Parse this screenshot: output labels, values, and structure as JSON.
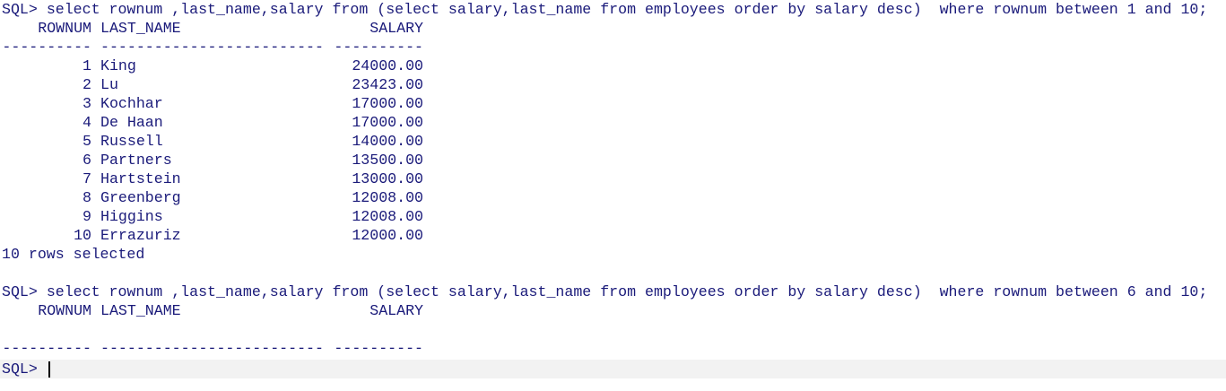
{
  "query1": {
    "prompt": "SQL>",
    "command": "select rownum ,last_name,salary from (select salary,last_name from employees order by salary desc)  where rownum between 1 and 10;",
    "headers": {
      "rownum": "ROWNUM",
      "last_name": "LAST_NAME",
      "salary": "SALARY"
    },
    "separators": {
      "rownum": "----------",
      "last_name": "-------------------------",
      "salary": "----------"
    },
    "rows": [
      {
        "rownum": "1",
        "last_name": "King",
        "salary": "24000.00"
      },
      {
        "rownum": "2",
        "last_name": "Lu",
        "salary": "23423.00"
      },
      {
        "rownum": "3",
        "last_name": "Kochhar",
        "salary": "17000.00"
      },
      {
        "rownum": "4",
        "last_name": "De Haan",
        "salary": "17000.00"
      },
      {
        "rownum": "5",
        "last_name": "Russell",
        "salary": "14000.00"
      },
      {
        "rownum": "6",
        "last_name": "Partners",
        "salary": "13500.00"
      },
      {
        "rownum": "7",
        "last_name": "Hartstein",
        "salary": "13000.00"
      },
      {
        "rownum": "8",
        "last_name": "Greenberg",
        "salary": "12008.00"
      },
      {
        "rownum": "9",
        "last_name": "Higgins",
        "salary": "12008.00"
      },
      {
        "rownum": "10",
        "last_name": "Errazuriz",
        "salary": "12000.00"
      }
    ],
    "footer": "10 rows selected"
  },
  "query2": {
    "prompt": "SQL>",
    "command": "select rownum ,last_name,salary from (select salary,last_name from employees order by salary desc)  where rownum between 6 and 10;",
    "headers": {
      "rownum": "ROWNUM",
      "last_name": "LAST_NAME",
      "salary": "SALARY"
    },
    "separators": {
      "rownum": "----------",
      "last_name": "-------------------------",
      "salary": "----------"
    }
  },
  "active_prompt": {
    "prompt": "SQL>",
    "value": ""
  },
  "colors": {
    "text": "#1a1a7a",
    "active_line_bg": "#f2f2f2",
    "caret": "#000000"
  }
}
